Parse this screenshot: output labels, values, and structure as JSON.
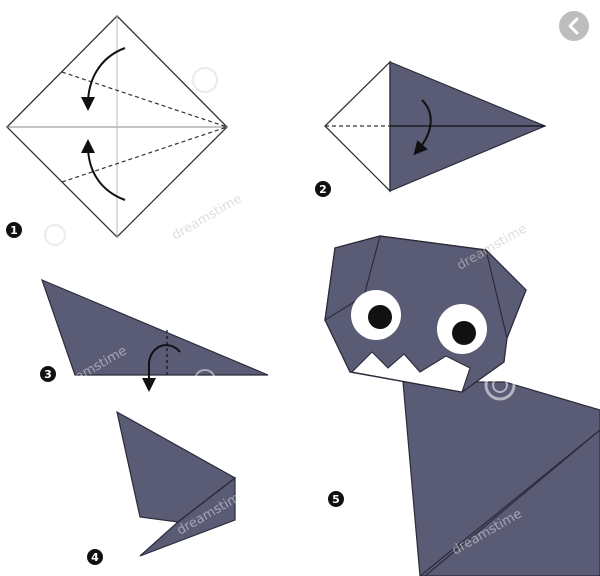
{
  "steps": [
    {
      "number": "1"
    },
    {
      "number": "2"
    },
    {
      "number": "3"
    },
    {
      "number": "4"
    },
    {
      "number": "5"
    }
  ],
  "watermark": {
    "text": "dreamstime"
  },
  "colors": {
    "paper": "#5a5b75",
    "outline": "#2b2b3a",
    "fold_line": "#555555",
    "badge": "#111111",
    "back_button": "#bdbdbd"
  },
  "icons": {
    "back": "chevron-left-icon"
  }
}
